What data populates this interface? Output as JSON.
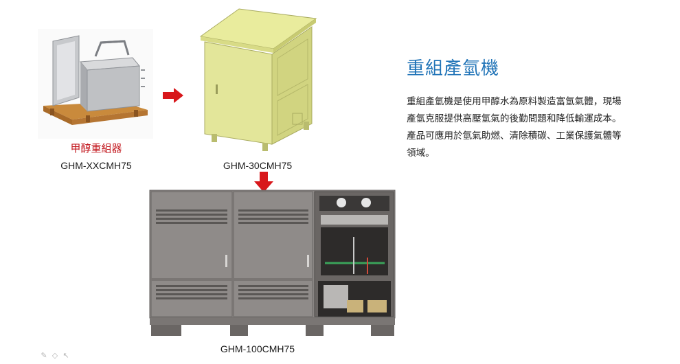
{
  "reformer": {
    "caption_cn": "甲醇重組器",
    "model": "GHM-XXCMH75"
  },
  "cabinet_30": {
    "model": "GHM-30CMH75"
  },
  "cabinet_100": {
    "model": "GHM-100CMH75"
  },
  "info": {
    "title": "重組產氫機",
    "description": "重組產氫機是使用甲醇水為原料製造富氫氣體，現場產氫克服提供高壓氫氣的後勤問題和降低輸運成本。產品可應用於氫氣助燃、清除積碳、工業保護氣體等領域。"
  },
  "colors": {
    "title": "#1f73b7",
    "arrow": "#d8171b",
    "cabinet_yellow": "#e3e69a",
    "unit_gray": "#8a8684"
  },
  "toolbar": {
    "icons": [
      "pen-icon",
      "eraser-icon",
      "pointer-icon"
    ]
  }
}
